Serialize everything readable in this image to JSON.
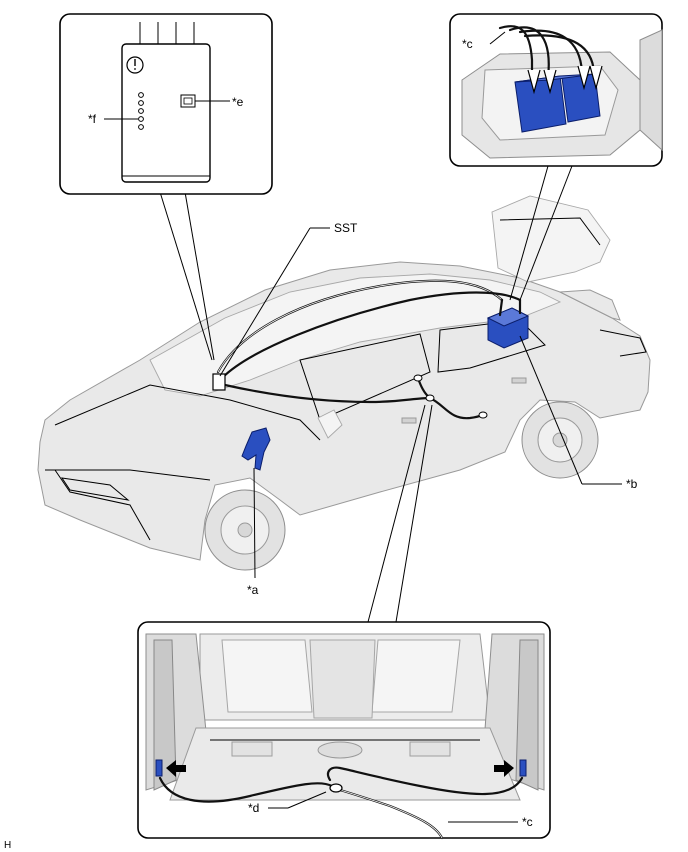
{
  "labels": {
    "a": "*a",
    "b": "*b",
    "c_top": "*c",
    "c_bottom": "*c",
    "d": "*d",
    "e": "*e",
    "f": "*f",
    "sst": "SST",
    "corner": "H"
  },
  "colors": {
    "component_blue": "#2a4fc0",
    "outline": "#000000",
    "vehicle_body": "#e9e9e9"
  }
}
